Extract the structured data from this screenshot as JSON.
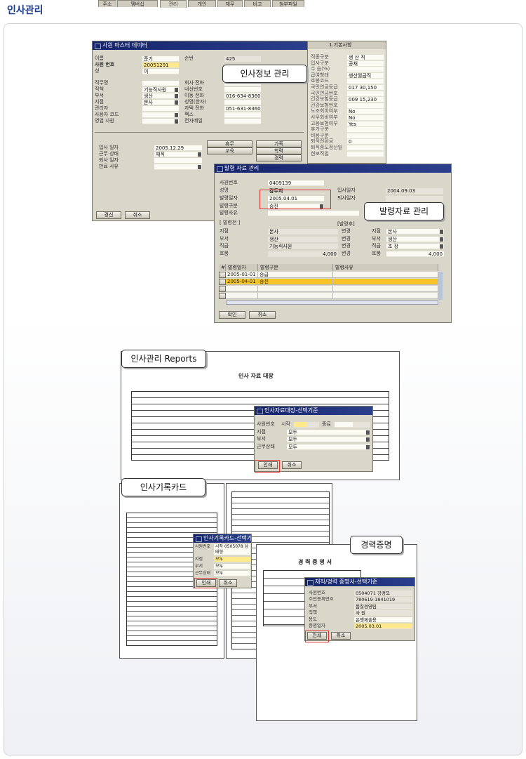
{
  "page_title": "인사관리",
  "callouts": {
    "hr_info": "인사정보 관리",
    "appointment": "발령자료 관리",
    "reports": "인사관리 Reports",
    "card": "인사기록카드",
    "career": "경력증명"
  },
  "master": {
    "title": "사원 마스터 데이터",
    "left_fields": [
      {
        "label": "이름",
        "value": "준기"
      },
      {
        "label": "사원 번호",
        "value": "20051291"
      },
      {
        "label": "성",
        "value": "이"
      },
      {
        "label": "직무명",
        "value": ""
      },
      {
        "label": "직책",
        "value": "기능직사원"
      },
      {
        "label": "부서",
        "value": "생산"
      },
      {
        "label": "지점",
        "value": "본사"
      },
      {
        "label": "관리자",
        "value": ""
      },
      {
        "label": "사용자 코드",
        "value": ""
      },
      {
        "label": "영업 사원",
        "value": ""
      }
    ],
    "right_fields": [
      {
        "label": "순번",
        "value": "425"
      },
      {
        "label": "회사 전화",
        "value": ""
      },
      {
        "label": "내선번호",
        "value": ""
      },
      {
        "label": "이동 전화",
        "value": "016-634-8360"
      },
      {
        "label": "성명(한자)",
        "value": ""
      },
      {
        "label": "자택 전화",
        "value": "051-631-8360"
      },
      {
        "label": "팩스",
        "value": ""
      },
      {
        "label": "전자메일",
        "value": ""
      }
    ],
    "tabs": [
      "주소",
      "멤버십",
      "관리",
      "개인",
      "재무",
      "비고",
      "첨부파일"
    ],
    "tab_fields": [
      {
        "label": "입사 일자",
        "value": "2005.12.29"
      },
      {
        "label": "근무 상태",
        "value": "재직"
      },
      {
        "label": "퇴사 일자",
        "value": ""
      },
      {
        "label": "만료 사유",
        "value": ""
      }
    ],
    "tab_buttons": [
      "휴무",
      "가족",
      "교육",
      "학력",
      "경력"
    ],
    "update_button": "경신",
    "cancel_button": "취소"
  },
  "side": {
    "title": "1.기본사항",
    "fields": [
      {
        "label": "직종구분",
        "value": "생 산 직"
      },
      {
        "label": "입사구분",
        "value": "공채"
      },
      {
        "label": "수 습(%)",
        "value": ""
      },
      {
        "label": "급여형태",
        "value": "생산월급직"
      },
      {
        "label": "호봉코드",
        "value": ""
      },
      {
        "label": "국민연금등급",
        "value": "017     30,150"
      },
      {
        "label": "국민연금번호",
        "value": ""
      },
      {
        "label": "건강보험등급",
        "value": "009     15,230"
      },
      {
        "label": "건강보험번호",
        "value": ""
      },
      {
        "label": "노조회비여부",
        "value": "No"
      },
      {
        "label": "사우회비여부",
        "value": "No"
      },
      {
        "label": "고용보험여부",
        "value": "Yes"
      },
      {
        "label": "휴가구분",
        "value": ""
      },
      {
        "label": "비용구분",
        "value": ""
      },
      {
        "label": "퇴직전환금",
        "value": "0"
      },
      {
        "label": "퇴직중도정산일",
        "value": ""
      },
      {
        "label": "현보직일",
        "value": ""
      }
    ]
  },
  "appoint": {
    "title": "발령 자료 관리",
    "emp_no_label": "사원번호",
    "emp_no": "0409139",
    "name_label": "성명",
    "name": "강두지",
    "date_label": "발령일자",
    "date": "2005.04.01",
    "type_label": "발령구분",
    "type": "승진",
    "reason_label": "발령사유",
    "join_label": "입사일자",
    "join": "2004.09.03",
    "leave_label": "퇴사일자",
    "before_label": "[ 발령전 ]",
    "after_label": "[발령후]",
    "before": [
      {
        "label": "지점",
        "value": "본사"
      },
      {
        "label": "부서",
        "value": "생산"
      },
      {
        "label": "직급",
        "value": "기능직사원"
      },
      {
        "label": "호봉",
        "value": "4,000"
      }
    ],
    "change_label": "변경",
    "after": [
      {
        "label": "지점",
        "value": "본사"
      },
      {
        "label": "부서",
        "value": "생산"
      },
      {
        "label": "직급",
        "value": "조     장"
      },
      {
        "label": "호봉",
        "value": "4,000"
      }
    ],
    "grid_headers": [
      "#",
      "발령일자",
      "발령구분",
      "발령사유"
    ],
    "grid_rows": [
      [
        "2005-01-01",
        "승급",
        ""
      ],
      [
        "2005-04-01",
        "승진",
        ""
      ]
    ],
    "ok_button": "확인",
    "cancel_button": "취소"
  },
  "report": {
    "doc_title": "인사 자료 대장",
    "dialog_title": "인사자료대장-선택기준",
    "fields": [
      {
        "label": "사원번호",
        "value": ""
      },
      {
        "label": "지점",
        "value": "모두"
      },
      {
        "label": "부서",
        "value": "모두"
      },
      {
        "label": "근무상태",
        "value": "모두"
      }
    ],
    "start_label": "시작",
    "end_label": "종료",
    "print_button": "인쇄",
    "cancel_button": "취소"
  },
  "card": {
    "dialog_title": "인사기록카드-선택기준",
    "fields": [
      {
        "label": "사원번호",
        "value": "시작 0505078 남태형"
      },
      {
        "label": "지점",
        "value": "모두"
      },
      {
        "label": "부서",
        "value": "모두"
      },
      {
        "label": "근무상태",
        "value": "모두"
      }
    ],
    "print_button": "인쇄",
    "cancel_button": "취소"
  },
  "career": {
    "doc_title": "경 력 증 명 서",
    "dialog_title": "재직/경력 증명서-선택기준",
    "fields": [
      {
        "label": "사원번호",
        "value": "0504071  강경모"
      },
      {
        "label": "주민등록번호",
        "value": "780619-1841019"
      },
      {
        "label": "부서",
        "value": "품질경영팀"
      },
      {
        "label": "직책",
        "value": "사      원"
      },
      {
        "label": "용도",
        "value": "은행제출용"
      },
      {
        "label": "증명일자",
        "value": "2005.03.01"
      }
    ],
    "print_button": "인쇄",
    "cancel_button": "취소"
  }
}
